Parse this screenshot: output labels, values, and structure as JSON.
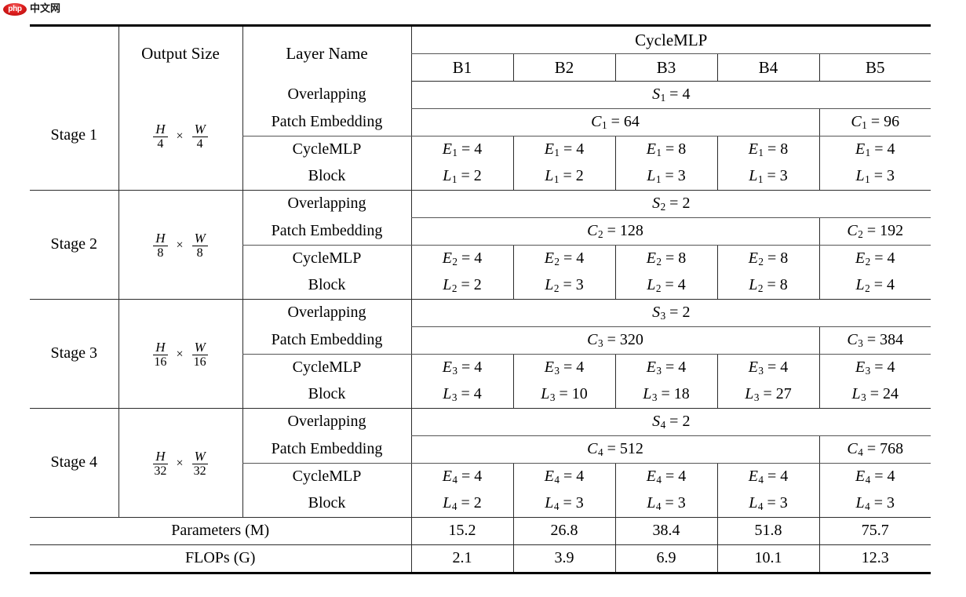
{
  "watermark": {
    "badge": "php",
    "text": "中文网"
  },
  "table": {
    "headers": {
      "stage": "",
      "output_size": "Output Size",
      "layer_name": "Layer Name",
      "group": "CycleMLP",
      "models": [
        "B1",
        "B2",
        "B3",
        "B4",
        "B5"
      ]
    },
    "layer_names": {
      "patch_embed_line1": "Overlapping",
      "patch_embed_line2": "Patch Embedding",
      "block_line1": "CycleMLP",
      "block_line2": "Block"
    },
    "stages": [
      {
        "name": "Stage 1",
        "output_size": {
          "h_num": "H",
          "h_den": "4",
          "times": "×",
          "w_num": "W",
          "w_den": "4"
        },
        "stride": {
          "sym": "S",
          "sub": "1",
          "eq": "=",
          "val": "4"
        },
        "channels_main": {
          "sym": "C",
          "sub": "1",
          "eq": "=",
          "val": "64"
        },
        "channels_b5": {
          "sym": "C",
          "sub": "1",
          "eq": "=",
          "val": "96"
        },
        "E": {
          "sym": "E",
          "sub": "1",
          "eq": "=",
          "values": [
            "4",
            "4",
            "8",
            "8",
            "4"
          ]
        },
        "L": {
          "sym": "L",
          "sub": "1",
          "eq": "=",
          "values": [
            "2",
            "2",
            "3",
            "3",
            "3"
          ]
        }
      },
      {
        "name": "Stage 2",
        "output_size": {
          "h_num": "H",
          "h_den": "8",
          "times": "×",
          "w_num": "W",
          "w_den": "8"
        },
        "stride": {
          "sym": "S",
          "sub": "2",
          "eq": "=",
          "val": "2"
        },
        "channels_main": {
          "sym": "C",
          "sub": "2",
          "eq": "=",
          "val": "128"
        },
        "channels_b5": {
          "sym": "C",
          "sub": "2",
          "eq": "=",
          "val": "192"
        },
        "E": {
          "sym": "E",
          "sub": "2",
          "eq": "=",
          "values": [
            "4",
            "4",
            "8",
            "8",
            "4"
          ]
        },
        "L": {
          "sym": "L",
          "sub": "2",
          "eq": "=",
          "values": [
            "2",
            "3",
            "4",
            "8",
            "4"
          ]
        }
      },
      {
        "name": "Stage 3",
        "output_size": {
          "h_num": "H",
          "h_den": "16",
          "times": "×",
          "w_num": "W",
          "w_den": "16"
        },
        "stride": {
          "sym": "S",
          "sub": "3",
          "eq": "=",
          "val": "2"
        },
        "channels_main": {
          "sym": "C",
          "sub": "3",
          "eq": "=",
          "val": "320"
        },
        "channels_b5": {
          "sym": "C",
          "sub": "3",
          "eq": "=",
          "val": "384"
        },
        "E": {
          "sym": "E",
          "sub": "3",
          "eq": "=",
          "values": [
            "4",
            "4",
            "4",
            "4",
            "4"
          ]
        },
        "L": {
          "sym": "L",
          "sub": "3",
          "eq": "=",
          "values": [
            "4",
            "10",
            "18",
            "27",
            "24"
          ]
        }
      },
      {
        "name": "Stage 4",
        "output_size": {
          "h_num": "H",
          "h_den": "32",
          "times": "×",
          "w_num": "W",
          "w_den": "32"
        },
        "stride": {
          "sym": "S",
          "sub": "4",
          "eq": "=",
          "val": "2"
        },
        "channels_main": {
          "sym": "C",
          "sub": "4",
          "eq": "=",
          "val": "512"
        },
        "channels_b5": {
          "sym": "C",
          "sub": "4",
          "eq": "=",
          "val": "768"
        },
        "E": {
          "sym": "E",
          "sub": "4",
          "eq": "=",
          "values": [
            "4",
            "4",
            "4",
            "4",
            "4"
          ]
        },
        "L": {
          "sym": "L",
          "sub": "4",
          "eq": "=",
          "values": [
            "2",
            "3",
            "3",
            "3",
            "3"
          ]
        }
      }
    ],
    "summary": [
      {
        "label": "Parameters (M)",
        "values": [
          "15.2",
          "26.8",
          "38.4",
          "51.8",
          "75.7"
        ]
      },
      {
        "label": "FLOPs (G)",
        "values": [
          "2.1",
          "3.9",
          "6.9",
          "10.1",
          "12.3"
        ]
      }
    ]
  }
}
